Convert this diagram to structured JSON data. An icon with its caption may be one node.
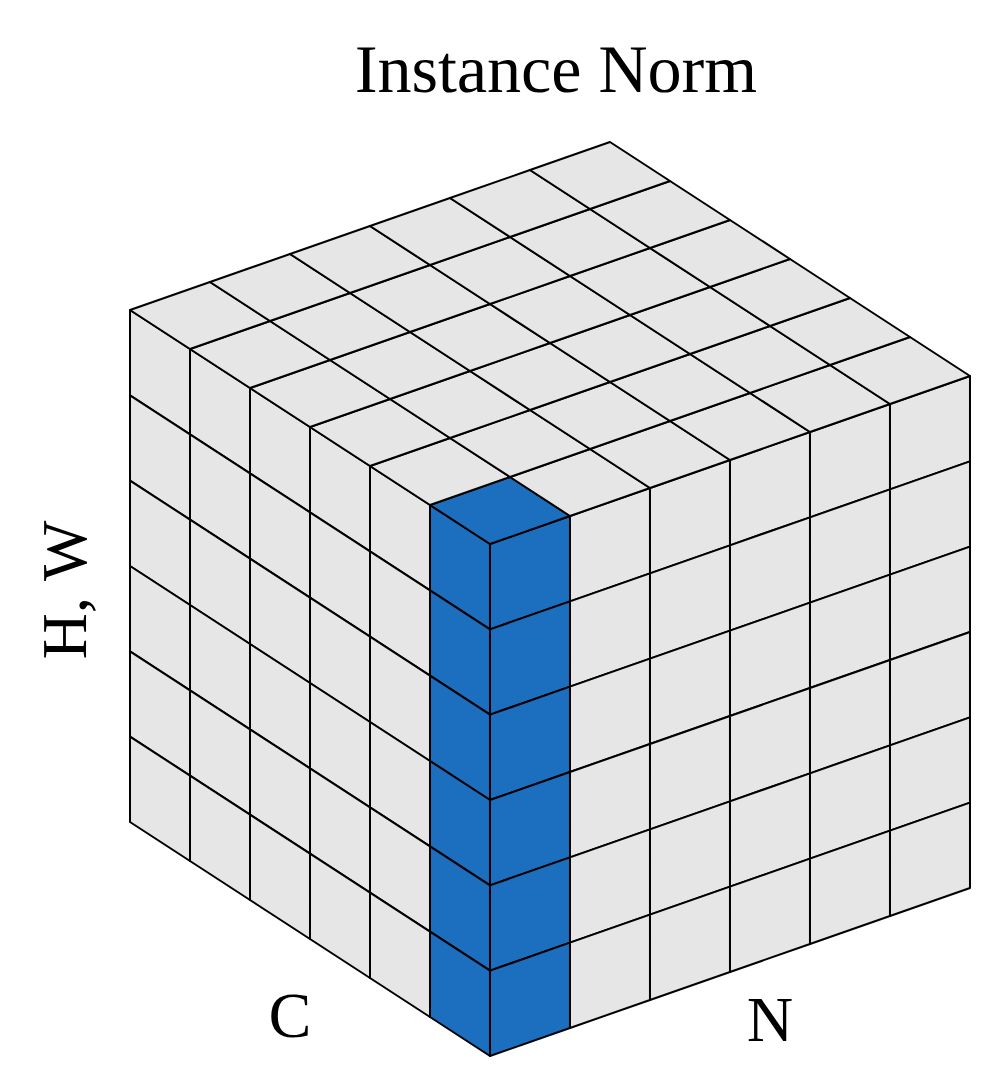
{
  "diagram": {
    "title": "Instance Norm",
    "labels": [
      "H, W",
      "C",
      "N"
    ]
  }
}
